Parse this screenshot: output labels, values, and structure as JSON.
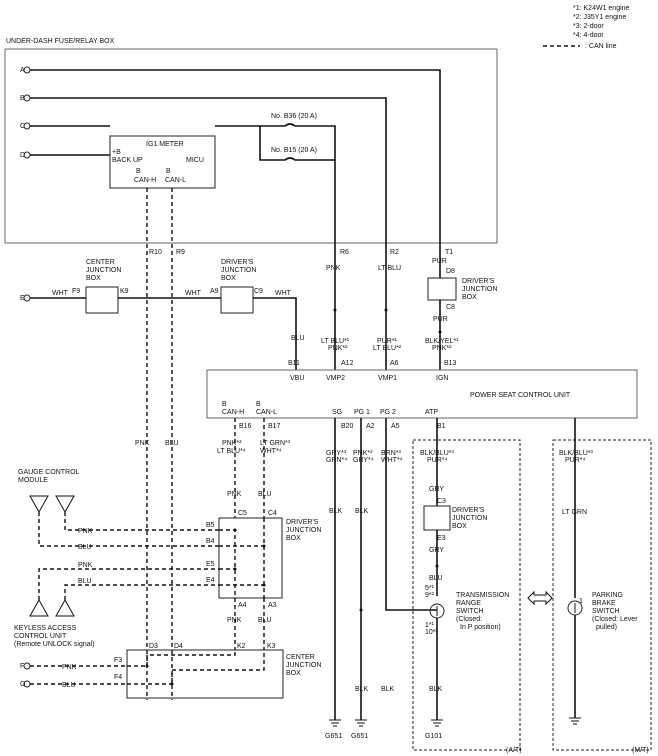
{
  "notes": {
    "n1": "*1: K24W1 engine",
    "n2": "*2: J35Y1 engine",
    "n3": "*3: 2-door",
    "n4": "*4: 4-door",
    "can": ": CAN line"
  },
  "fuse_box": {
    "title": "UNDER-DASH FUSE/RELAY BOX",
    "terminals": [
      "A",
      "B",
      "C",
      "D"
    ],
    "fuse1": "No. B36 (20 A)",
    "fuse2": "No. B15 (20 A)",
    "meter_title": "IG1 METER",
    "meter_plus_b": "+B",
    "meter_backup": "BACK UP",
    "meter_micu": "MICU",
    "meter_b1": "B",
    "meter_canh": "CAN-H",
    "meter_b2": "B",
    "meter_canl": "CAN-L",
    "pins": [
      "R10",
      "R9",
      "R6",
      "R2",
      "T1"
    ]
  },
  "center_jb_top": {
    "l1": "CENTER",
    "l2": "JUNCTION",
    "l3": "BOX",
    "pin_in": "F9",
    "pin_out": "K9"
  },
  "drivers_jb_top": {
    "l1": "DRIVER'S",
    "l2": "JUNCTION",
    "l3": "BOX",
    "pin_in": "A9",
    "pin_out": "C9"
  },
  "drivers_jb_right": {
    "l1": "DRIVER'S",
    "l2": "JUNCTION",
    "l3": "BOX",
    "pin_in": "D8",
    "pin_out": "C8"
  },
  "wires": {
    "e_term": "E",
    "wht1": "WHT",
    "wht2": "WHT",
    "wht3": "WHT",
    "pnk_r6": "PNK",
    "ltblu_r2": "LT BLU",
    "pur_t1": "PUR",
    "pur_c8": "PUR",
    "blu_b11": "BLU",
    "a12_l1": "LT BLU*¹",
    "a12_l2": "PNK*²",
    "a6_l1": "PUR*¹",
    "a6_l2": "LT BLU*²",
    "b13_l1": "BLK/YEL*¹",
    "b13_l2": "PNK*²"
  },
  "psu": {
    "title": "POWER SEAT CONTROL UNIT",
    "top_pins": [
      "B11",
      "A12",
      "A6",
      "B13"
    ],
    "top_labels": [
      "VBU",
      "VMP2",
      "VMP1",
      "IGN"
    ],
    "b_left": "B",
    "canh": "CAN-H",
    "b_right": "B",
    "canl": "CAN-L",
    "sg": "SG",
    "pg1": "PG 1",
    "pg2": "PG 2",
    "atp": "ATP",
    "bottom_pins": [
      "B16",
      "B17",
      "B20",
      "A2",
      "A5",
      "B1"
    ]
  },
  "lower_wires": {
    "pnk_left": "PNK",
    "blu_left": "BLU",
    "b16_l1": "PNK*³",
    "b16_l2": "LT BLU*⁴",
    "b17_l1": "LT GRN*³",
    "b17_l2": "WHT*⁴",
    "b20_l1": "GRY*³",
    "b20_l2": "GRN*⁴",
    "a2_l1": "PNK*³",
    "a2_l2": "GRY*⁴",
    "a5_l1": "BRN*³",
    "a5_l2": "WHT*⁴",
    "b1_l1": "BLK/BLU*³",
    "b1_l2": "PUR*⁴",
    "mt_l1": "BLK/BLU*³",
    "mt_l2": "PUR*⁴",
    "pnk_c5": "PNK",
    "blu_c4": "BLU",
    "blk_b20": "BLK",
    "blk_a2": "BLK",
    "gry1": "GRY",
    "gry2": "GRY",
    "blu_trs": "BLU",
    "ltgrn": "LT GRN",
    "pnk_a4": "PNK",
    "blu_a3": "BLU",
    "blk_g1": "BLK",
    "blk_g2": "BLK",
    "blk_g3": "BLK"
  },
  "gauge": {
    "l1": "GAUGE CONTROL",
    "l2": "MODULE"
  },
  "keyless": {
    "l1": "KEYLESS ACCESS",
    "l2": "CONTROL UNIT",
    "l3": "(Remote UNLOCK signal)"
  },
  "jb_mid": {
    "l1": "DRIVER'S",
    "l2": "JUNCTION",
    "l3": "BOX",
    "pins_top": [
      "C5",
      "C4"
    ],
    "pins_left": [
      "B5",
      "B4",
      "E5",
      "E4"
    ],
    "pins_bottom": [
      "A4",
      "A3"
    ],
    "wires_left": [
      "PNK",
      "BLU",
      "PNK",
      "BLU"
    ]
  },
  "jb_low": {
    "l1": "CENTER",
    "l2": "JUNCTION",
    "l3": "BOX",
    "pins_top": [
      "D3",
      "D4",
      "K2",
      "K3"
    ],
    "pins_left": [
      "F3",
      "F4"
    ],
    "f_term": "F",
    "g_term": "G",
    "wire_f": "PNK",
    "wire_g": "BLU"
  },
  "jb_at": {
    "l1": "DRIVER'S",
    "l2": "JUNCTION",
    "l3": "BOX",
    "pin_in": "C3",
    "pin_out": "E3"
  },
  "trs": {
    "l1": "TRANSMISSION",
    "l2": "RANGE",
    "l3": "SWITCH",
    "l4": "(Closed:",
    "l5": "In P position)",
    "pin_top_a": "5*¹",
    "pin_top_b": "9*²",
    "pin_bot_a": "1*¹",
    "pin_bot_b": "10*²"
  },
  "pbs": {
    "l1": "PARKING",
    "l2": "BRAKE",
    "l3": "SWITCH",
    "l4": "(Closed: Lever",
    "l5": "pulled)",
    "pin": "1"
  },
  "grounds": [
    "G651",
    "G651",
    "G101"
  ],
  "variants": {
    "at": "(A/T)",
    "mt": "(M/T)"
  }
}
